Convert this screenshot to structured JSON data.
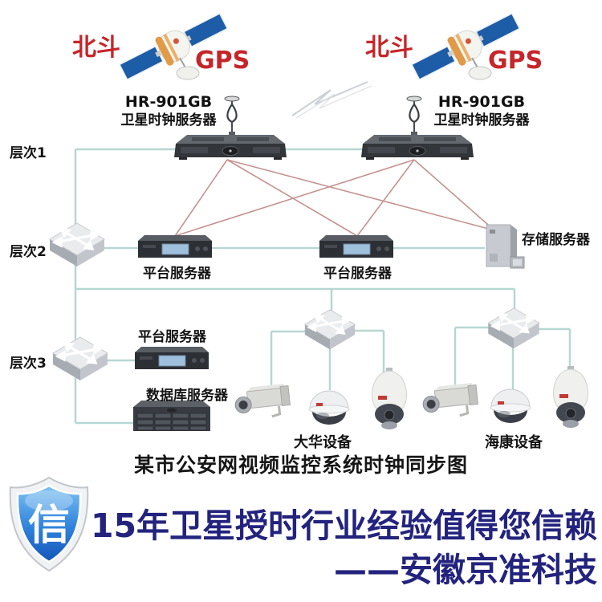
{
  "title": "某市公安网视频监控系统时钟同步图",
  "satellite_section": {
    "beidou": "北斗",
    "gps": "GPS"
  },
  "clock_server": {
    "model": "HR-901GB",
    "name": "卫星时钟服务器"
  },
  "layers": [
    {
      "label": "层次1"
    },
    {
      "label": "层次2"
    },
    {
      "label": "层次3"
    }
  ],
  "devices": {
    "platform_server": "平台服务器",
    "storage_server": "存储服务器",
    "database_server": "数据库服务器",
    "dahua_devices": "大华设备",
    "hikvision_devices": "海康设备"
  },
  "banner": {
    "badge_char": "信",
    "line1": "15年卫星授时行业经验值得您信赖",
    "line2": "——安徽京准科技"
  },
  "colors": {
    "accent_red": "#c5262a",
    "banner_navy": "#23237e",
    "network_line": "#b7d7d2",
    "sync_line": "#c4938f",
    "shield_blue": "#1760c4"
  }
}
